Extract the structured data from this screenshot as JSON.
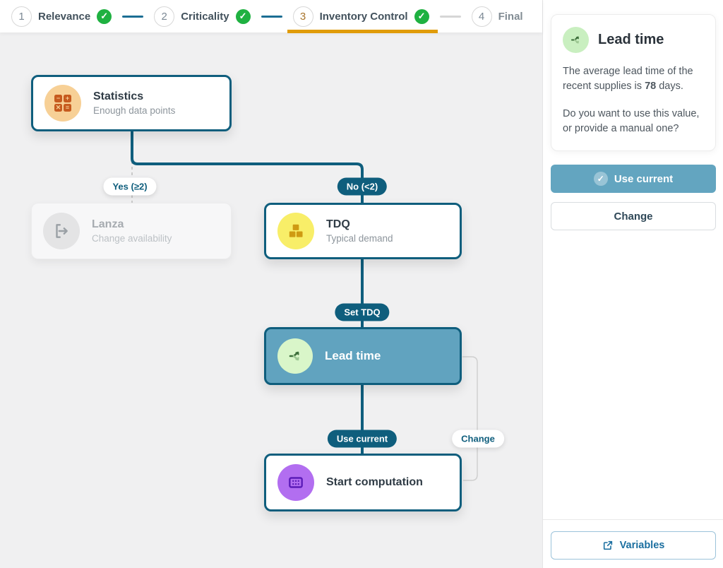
{
  "stepper": {
    "steps": [
      {
        "number": "1",
        "label": "Relevance",
        "completed": true,
        "active": false
      },
      {
        "number": "2",
        "label": "Criticality",
        "completed": true,
        "active": false
      },
      {
        "number": "3",
        "label": "Inventory Control",
        "completed": true,
        "active": true
      },
      {
        "number": "4",
        "label": "Final",
        "completed": false,
        "active": false
      }
    ]
  },
  "canvas": {
    "nodes": {
      "statistics": {
        "title": "Statistics",
        "subtitle": "Enough data points",
        "icon": "calculator-icon",
        "icon_color": "#f7d096"
      },
      "lanza": {
        "title": "Lanza",
        "subtitle": "Change availability",
        "icon": "exit-icon",
        "icon_color": "#e4e4e5",
        "state": "disabled"
      },
      "tdq": {
        "title": "TDQ",
        "subtitle": "Typical demand",
        "icon": "boxes-icon",
        "icon_color": "#f8ee68"
      },
      "lead_time": {
        "title": "Lead time",
        "icon": "share-icon",
        "icon_color": "#d9f6c9",
        "state": "active"
      },
      "start_computation": {
        "title": "Start computation",
        "icon": "matrix-icon",
        "icon_color": "#b26ef0"
      }
    },
    "edge_labels": {
      "yes": "Yes (≥2)",
      "no": "No (<2)",
      "set_tdq": "Set TDQ",
      "use_current": "Use current",
      "change": "Change"
    }
  },
  "panel": {
    "title": "Lead time",
    "para1_before": "The average lead time of the recent supplies is ",
    "para1_value": "78",
    "para1_after": " days.",
    "para2": "Do you want to use this value, or provide a manual one?",
    "use_current_label": "Use current",
    "change_label": "Change",
    "variables_label": "Variables"
  },
  "colors": {
    "teal": "#0f5e7d",
    "steel_blue": "#61a3bf",
    "canvas_bg": "#f0f0f1",
    "active_step_underline": "#e09c0a",
    "check_green": "#1fb141",
    "dash_blue": "#1c6e93",
    "variables_blue": "#1b6fa0"
  }
}
